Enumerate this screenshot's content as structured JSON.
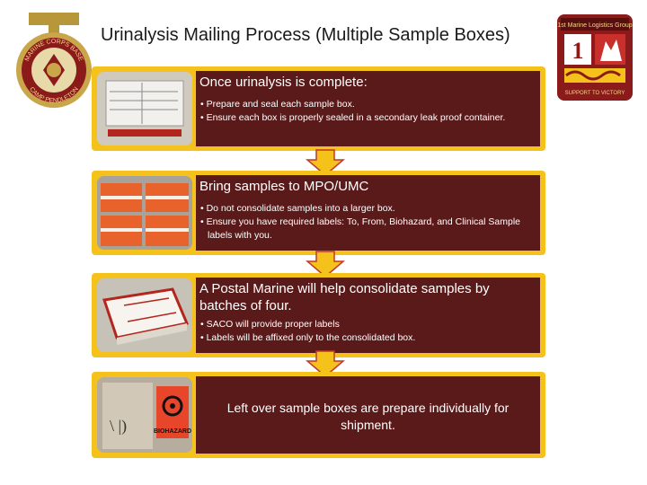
{
  "page": {
    "title": "Urinalysis Mailing Process (Multiple Sample Boxes)"
  },
  "logos": {
    "left": {
      "text_top": "MARINE CORPS BASE",
      "text_bottom": "CAMP PENDLETON"
    },
    "right": {
      "text_top": "1st Marine Logistics Group",
      "text_bottom": "SUPPORT TO VICTORY",
      "number": "1"
    }
  },
  "steps": [
    {
      "heading": "Once urinalysis is complete:",
      "bullets": [
        "• Prepare and seal each sample box.",
        "• Ensure each box is properly sealed in a secondary leak proof container."
      ]
    },
    {
      "heading": "Bring samples to MPO/UMC",
      "bullets": [
        "• Do not consolidate  samples into a larger box.",
        "• Ensure you have required labels: To, From, Biohazard, and Clinical Sample labels with you."
      ]
    },
    {
      "heading": "A Postal Marine will help consolidate samples by batches of four.",
      "bullets": [
        "• SACO will provide proper labels",
        "• Labels will be affixed only to the consolidated box."
      ]
    },
    {
      "heading": "Left over sample boxes are prepare individually for shipment.",
      "bullets": []
    }
  ],
  "photos": {
    "biohazard_label": "BIOHAZARD"
  },
  "colors": {
    "frame": "#f4c21a",
    "panel": "#5a1a1a",
    "arrow_fill": "#f4c21a",
    "arrow_stroke": "#c0392b"
  }
}
